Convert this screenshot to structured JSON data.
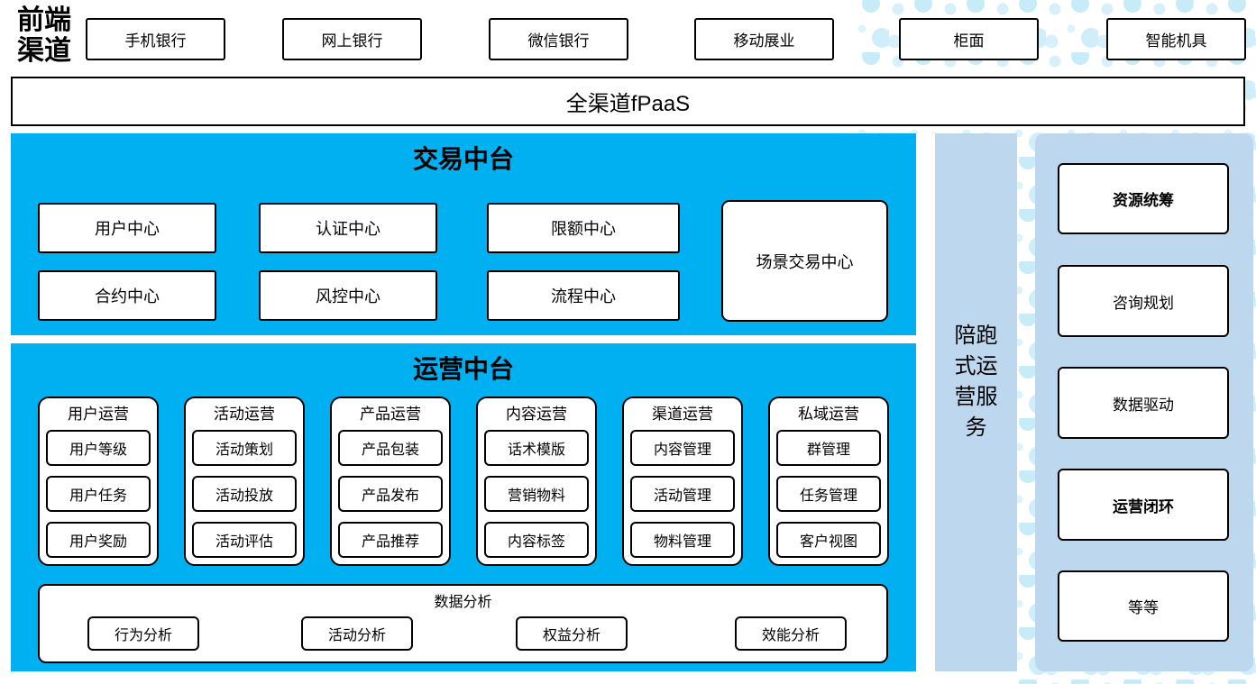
{
  "front_channels": {
    "label": "前端渠道",
    "items": [
      "手机银行",
      "网上银行",
      "微信银行",
      "移动展业",
      "柜面",
      "智能机具"
    ]
  },
  "fpaas": {
    "label": "全渠道fPaaS"
  },
  "transaction_platform": {
    "title": "交易中台",
    "row1": [
      "用户中心",
      "认证中心",
      "限额中心"
    ],
    "row2": [
      "合约中心",
      "风控中心",
      "流程中心"
    ],
    "scene_center": "场景交易中心"
  },
  "operation_platform": {
    "title": "运营中台",
    "columns": [
      {
        "title": "用户运营",
        "items": [
          "用户等级",
          "用户任务",
          "用户奖励"
        ]
      },
      {
        "title": "活动运营",
        "items": [
          "活动策划",
          "活动投放",
          "活动评估"
        ]
      },
      {
        "title": "产品运营",
        "items": [
          "产品包装",
          "产品发布",
          "产品推荐"
        ]
      },
      {
        "title": "内容运营",
        "items": [
          "话术模版",
          "营销物料",
          "内容标签"
        ]
      },
      {
        "title": "渠道运营",
        "items": [
          "内容管理",
          "活动管理",
          "物料管理"
        ]
      },
      {
        "title": "私域运营",
        "items": [
          "群管理",
          "任务管理",
          "客户视图"
        ]
      }
    ],
    "data_analysis": {
      "title": "数据分析",
      "items": [
        "行为分析",
        "活动分析",
        "权益分析",
        "效能分析"
      ]
    }
  },
  "companion_service": {
    "label": "陪跑式运营服务"
  },
  "right_panel": {
    "items": [
      {
        "label": "资源统筹",
        "emphasis": true
      },
      {
        "label": "咨询规划",
        "emphasis": false
      },
      {
        "label": "数据驱动",
        "emphasis": false
      },
      {
        "label": "运营闭环",
        "emphasis": true
      },
      {
        "label": "等等",
        "emphasis": false
      }
    ]
  },
  "colors": {
    "platform_blue": "#00B0F0",
    "panel_light_blue": "#BDD7EE",
    "dot_fill": "#D8F0FA",
    "border": "#000000"
  }
}
